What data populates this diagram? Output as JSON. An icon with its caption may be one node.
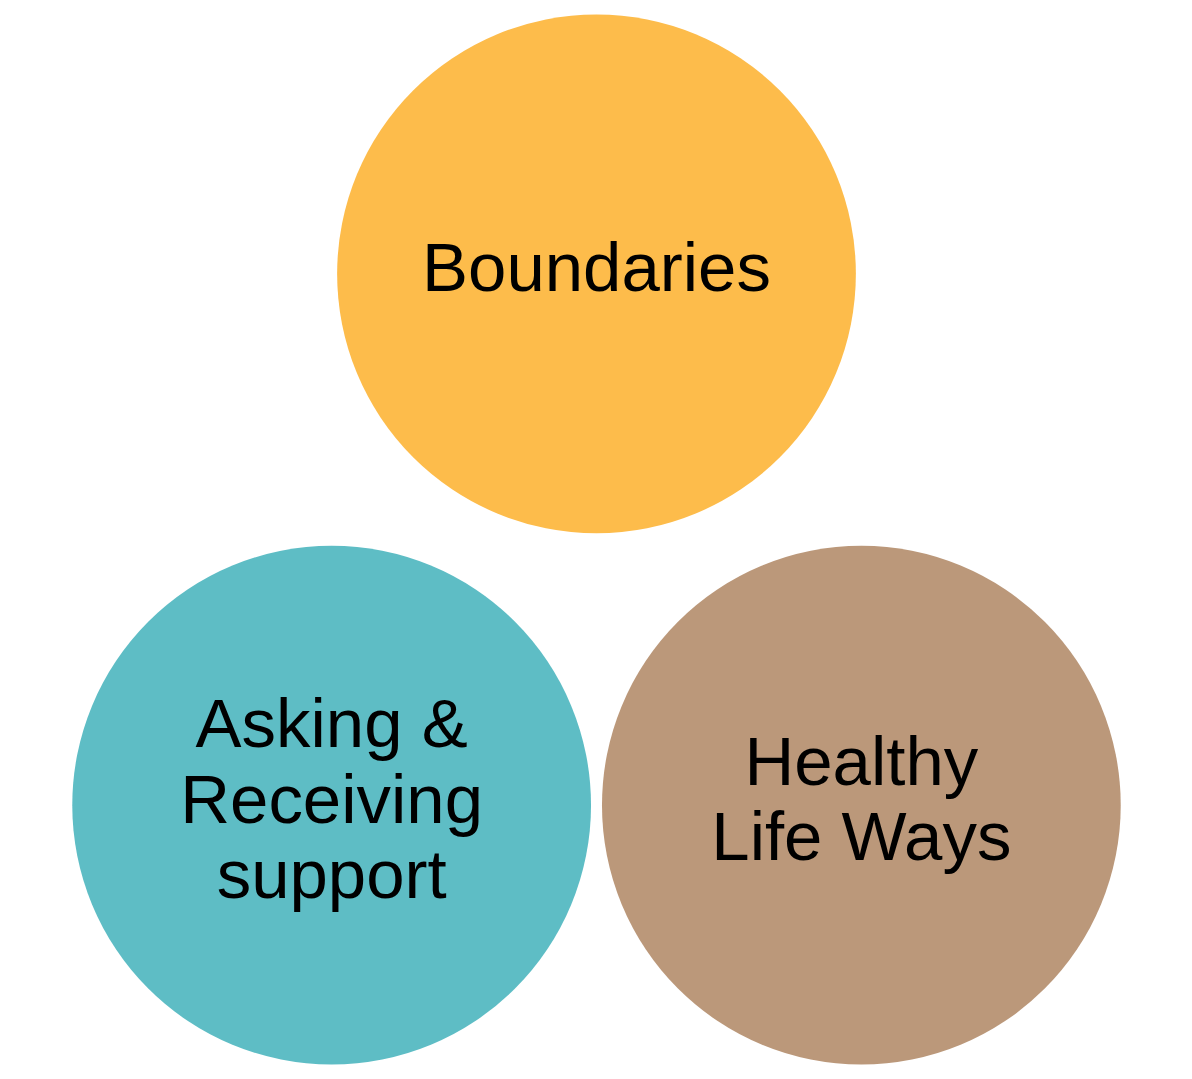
{
  "diagram": {
    "nodes": [
      {
        "text": [
          "Boundaries"
        ]
      },
      {
        "text": [
          "Asking & Receiving support"
        ]
      },
      {
        "text": [
          "Healthy Life Ways"
        ]
      }
    ]
  }
}
